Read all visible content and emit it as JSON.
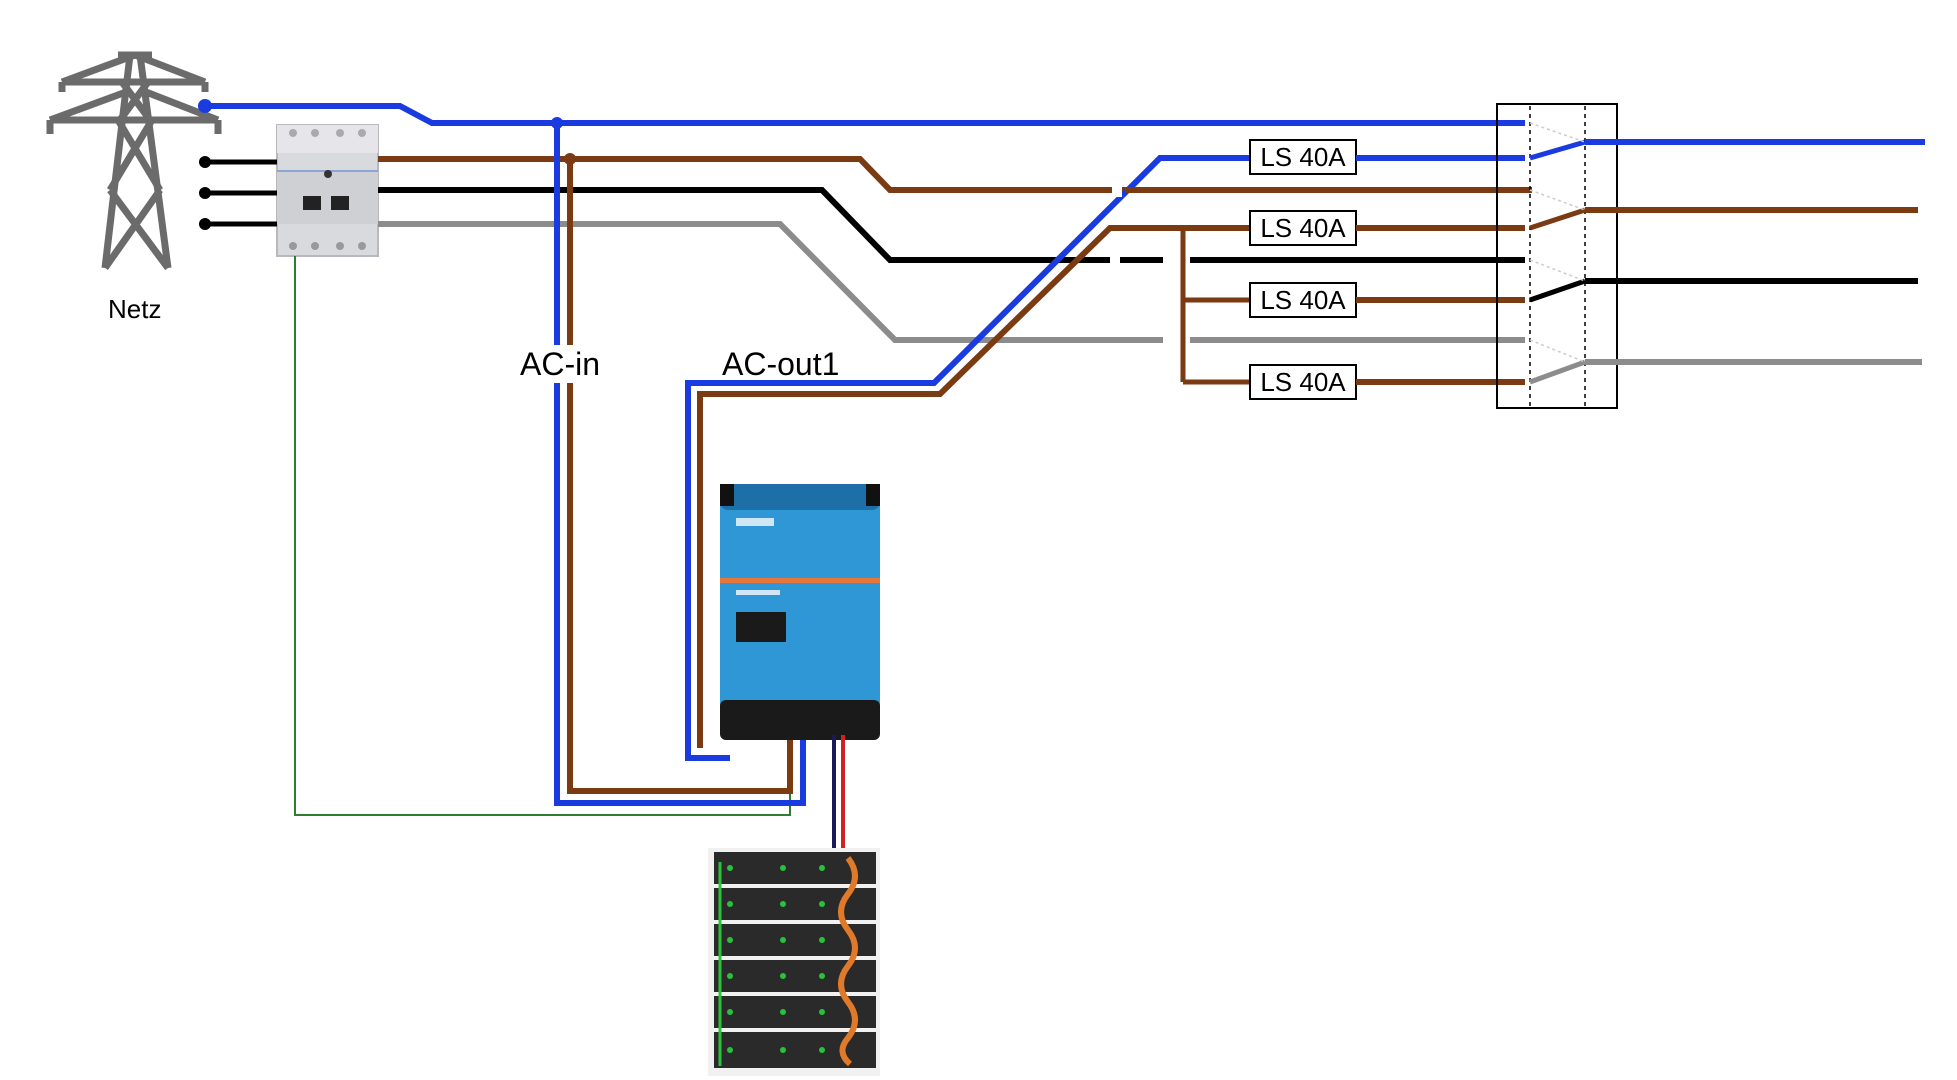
{
  "labels": {
    "grid": "Netz",
    "ac_in": "AC-in",
    "ac_out": "AC-out1"
  },
  "breakers": [
    {
      "label": "LS 40A",
      "line": "blue"
    },
    {
      "label": "LS 40A",
      "line": "brown"
    },
    {
      "label": "LS 40A",
      "line": "brown"
    },
    {
      "label": "LS 40A",
      "line": "brown"
    }
  ],
  "colors": {
    "neutral": "#1a3be0",
    "phase1": "#7a3a12",
    "phase2": "#000000",
    "phase3": "#8c8c8c",
    "earth": "#2e7d32",
    "inverter": "#2f97d6",
    "battery": "#2a2a2a"
  },
  "icons": {
    "grid": "transmission-tower-icon",
    "meter": "energy-meter-icon",
    "inverter": "inverter-charger-icon",
    "battery": "battery-stack-icon",
    "switch": "transfer-switch-icon"
  }
}
